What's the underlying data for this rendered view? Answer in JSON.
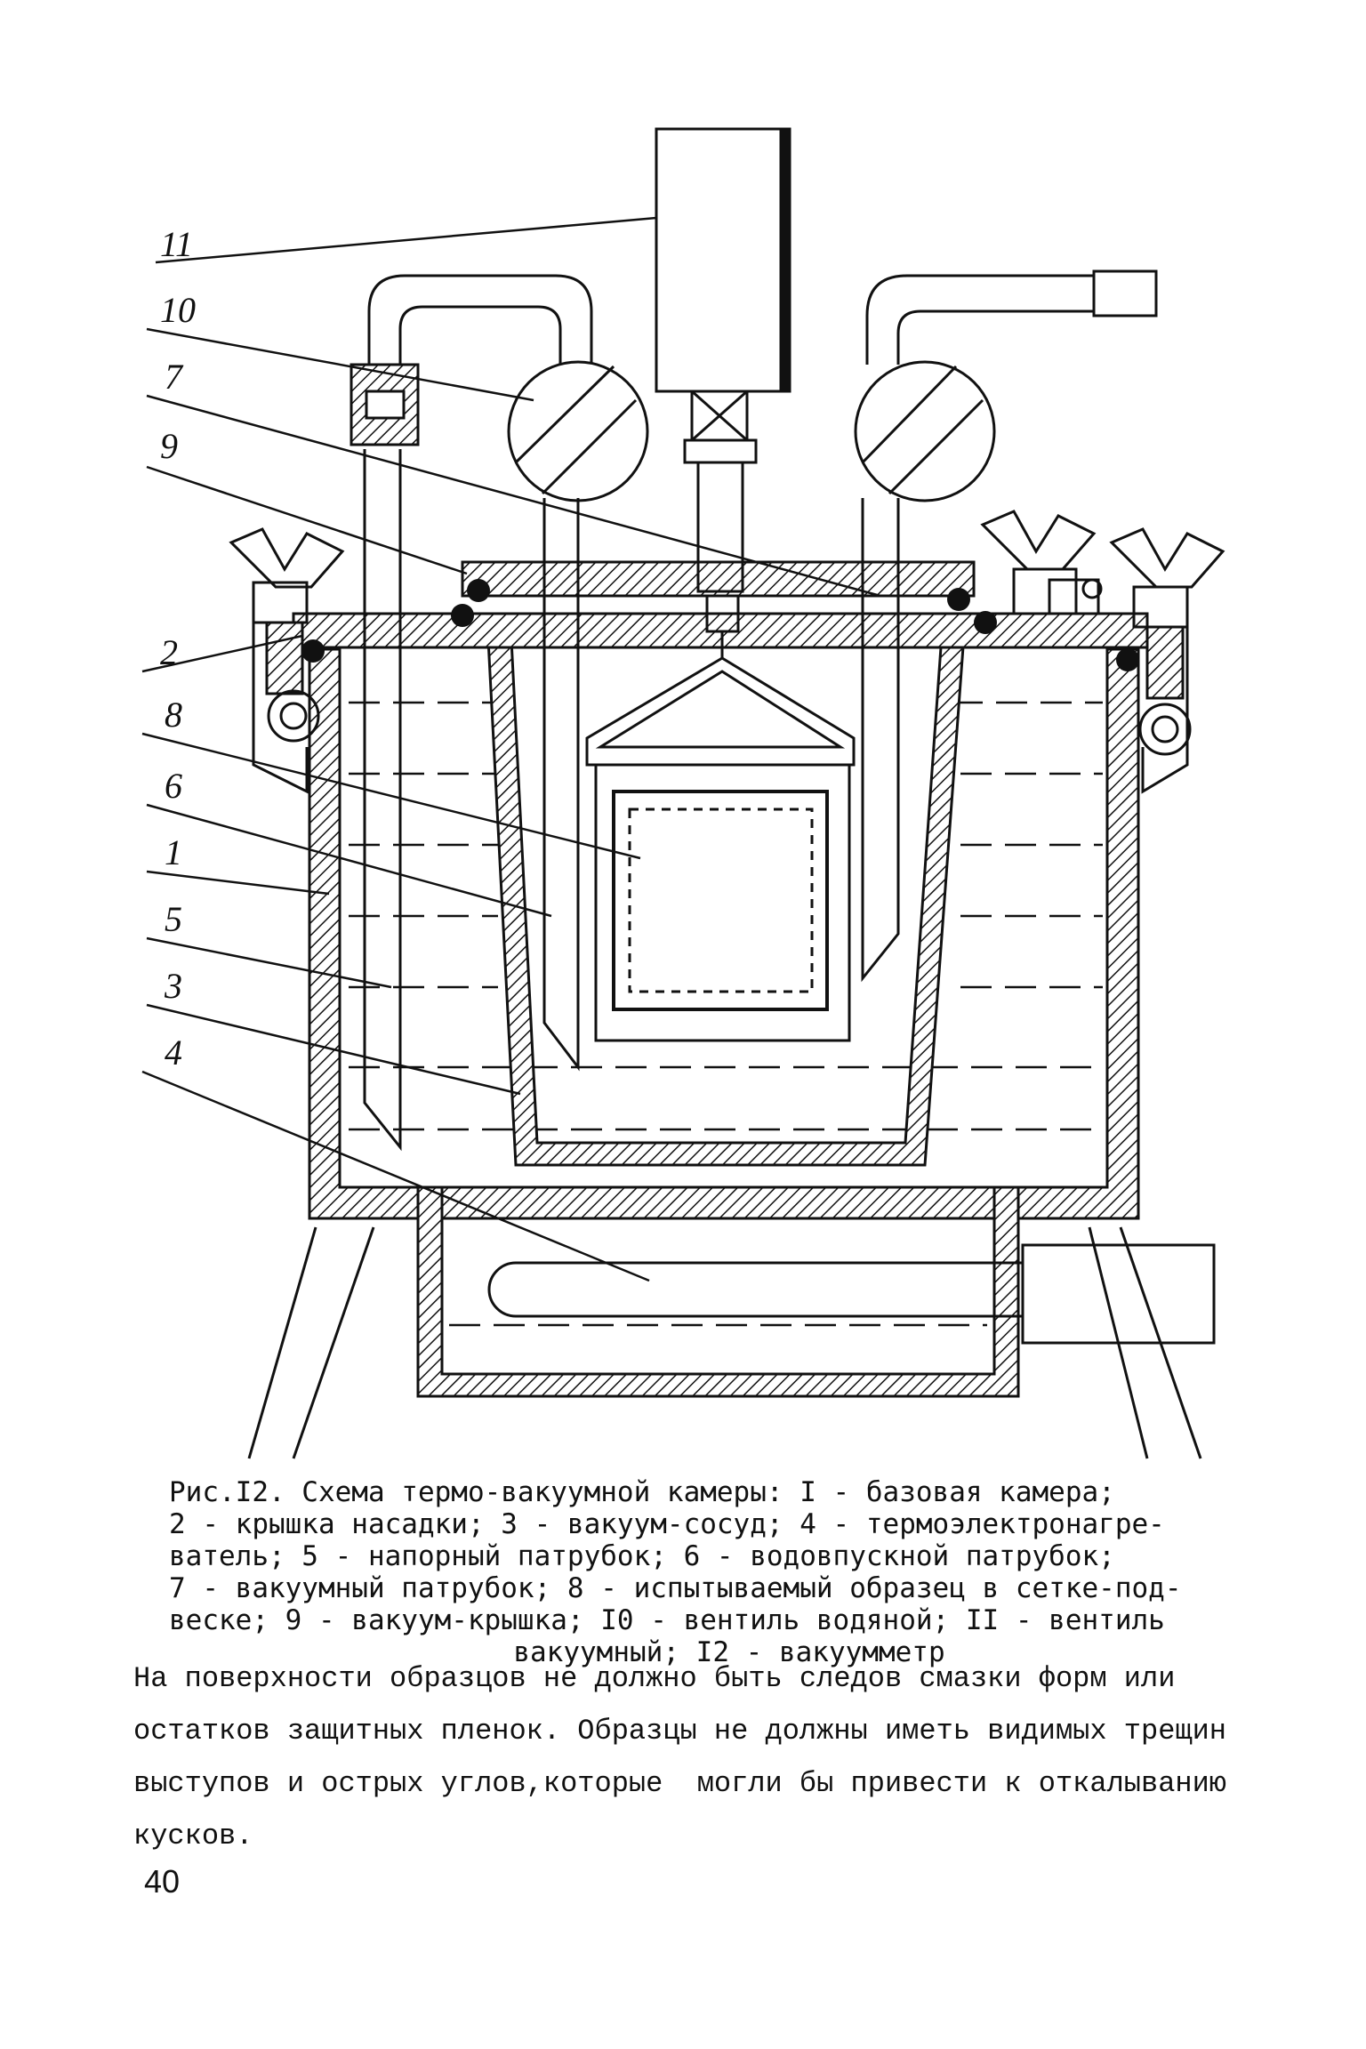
{
  "figure": {
    "callouts": [
      "11",
      "10",
      "7",
      "9",
      "2",
      "8",
      "6",
      "1",
      "5",
      "3",
      "4"
    ]
  },
  "caption": {
    "lines": [
      "Рис.I2. Схема термо-вакуумной камеры: I - базовая камера;",
      "2 - крышка насадки; 3 - вакуум-сосуд; 4 - термоэлектронагре-",
      "ватель; 5 - напорный патрубок; 6 - водовпускной патрубок;",
      "7 - вакуумный патрубок; 8 - испытываемый образец в сетке-под-",
      "веске; 9 - вакуум-крышка; I0 - вентиль водяной; II - вентиль",
      "вакуумный; I2 - вакуумметр"
    ]
  },
  "body": {
    "lines": [
      "На поверхности образцов не должно быть следов смазки форм или",
      "остатков защитных пленок. Образцы не должны иметь видимых трещин",
      "выступов и острых углов,которые  могли бы привести к откалыванию",
      "кусков."
    ]
  },
  "page_number": "40"
}
